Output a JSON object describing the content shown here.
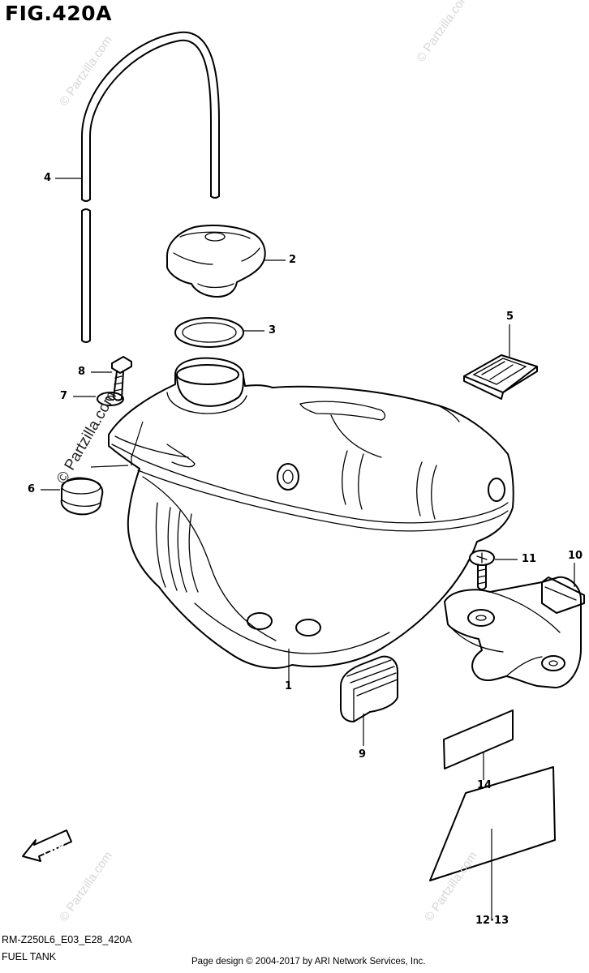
{
  "figure": {
    "title": "FIG.420A"
  },
  "callouts": {
    "c1": "1",
    "c2": "2",
    "c3": "3",
    "c4": "4",
    "c5": "5",
    "c6": "6",
    "c7": "7",
    "c8": "8",
    "c9": "9",
    "c10": "10",
    "c11": "11",
    "c14": "14",
    "c1213": "12·13"
  },
  "fwd_label": "FWD",
  "watermarks": {
    "brand": "© Partzilla.com",
    "light": "© Partzilla.com"
  },
  "footer": {
    "code": "RM-Z250L6_E03_E28_420A",
    "name": "FUEL TANK",
    "credit": "Page design © 2004-2017 by ARI Network Services, Inc."
  },
  "colors": {
    "line": "#000000",
    "background": "#ffffff",
    "watermark": "#d6d6d6"
  }
}
